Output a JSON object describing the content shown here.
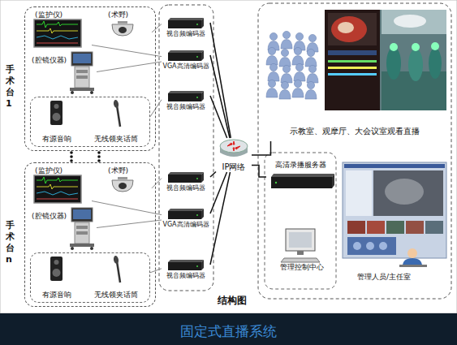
{
  "diagram": {
    "caption": "固定式直播系统",
    "nodes": [
      {
        "text": [
          "手术台1"
        ]
      },
      {
        "text": [
          "(监护仪)"
        ],
        "in": 0
      },
      {
        "text": [
          "(术野)"
        ],
        "in": 0
      },
      {
        "text": [
          "(腔镜仪器)"
        ],
        "in": 0
      },
      {
        "text": [
          "有源音响",
          "无线领夹话筒"
        ],
        "in": 0
      },
      {
        "text": [
          "手术台n"
        ]
      },
      {
        "text": [
          "(监护仪)"
        ],
        "in": 5
      },
      {
        "text": [
          "(术野)"
        ],
        "in": 5
      },
      {
        "text": [
          "(腔镜仪器)"
        ],
        "in": 5
      },
      {
        "text": [
          "有源音响",
          "无线领夹话筒"
        ],
        "in": 5
      },
      {
        "text": [
          "视音频编码器"
        ]
      },
      {
        "text": [
          "VGA高清编码器"
        ]
      },
      {
        "text": [
          "视音频编码器"
        ]
      },
      {
        "text": [
          "视音频编码器"
        ]
      },
      {
        "text": [
          "VGA高清编码器"
        ]
      },
      {
        "text": [
          "视音频编码器"
        ]
      },
      {
        "text": [
          "IP网络"
        ]
      },
      {
        "text": [
          "示教室、观摩厅、大会议室观看直播"
        ]
      },
      {
        "text": [
          "高清录播服务器"
        ]
      },
      {
        "text": [
          "管理控制中心"
        ]
      },
      {
        "text": [
          "管理人员/主任室"
        ]
      }
    ],
    "edges": [
      {
        "from": 2,
        "to": 10,
        "arrow": "none"
      },
      {
        "from": 1,
        "to": 11,
        "arrow": "none"
      },
      {
        "from": 3,
        "to": 11,
        "arrow": "none"
      },
      {
        "from": 4,
        "to": 12,
        "arrow": "none"
      },
      {
        "from": 7,
        "to": 13,
        "arrow": "none"
      },
      {
        "from": 6,
        "to": 14,
        "arrow": "none"
      },
      {
        "from": 8,
        "to": 14,
        "arrow": "none"
      },
      {
        "from": 9,
        "to": 15,
        "arrow": "none"
      },
      {
        "from": 10,
        "to": 16,
        "arrow": "none"
      },
      {
        "from": 11,
        "to": 16,
        "arrow": "none"
      },
      {
        "from": 12,
        "to": 16,
        "arrow": "none"
      },
      {
        "from": 13,
        "to": 16,
        "arrow": "none"
      },
      {
        "from": 14,
        "to": 16,
        "arrow": "none"
      },
      {
        "from": 15,
        "to": 16,
        "arrow": "none"
      },
      {
        "from": 16,
        "to": 17,
        "arrow": "none"
      },
      {
        "from": 16,
        "to": 18,
        "arrow": "none"
      }
    ],
    "labels": [
      "结构图"
    ]
  }
}
